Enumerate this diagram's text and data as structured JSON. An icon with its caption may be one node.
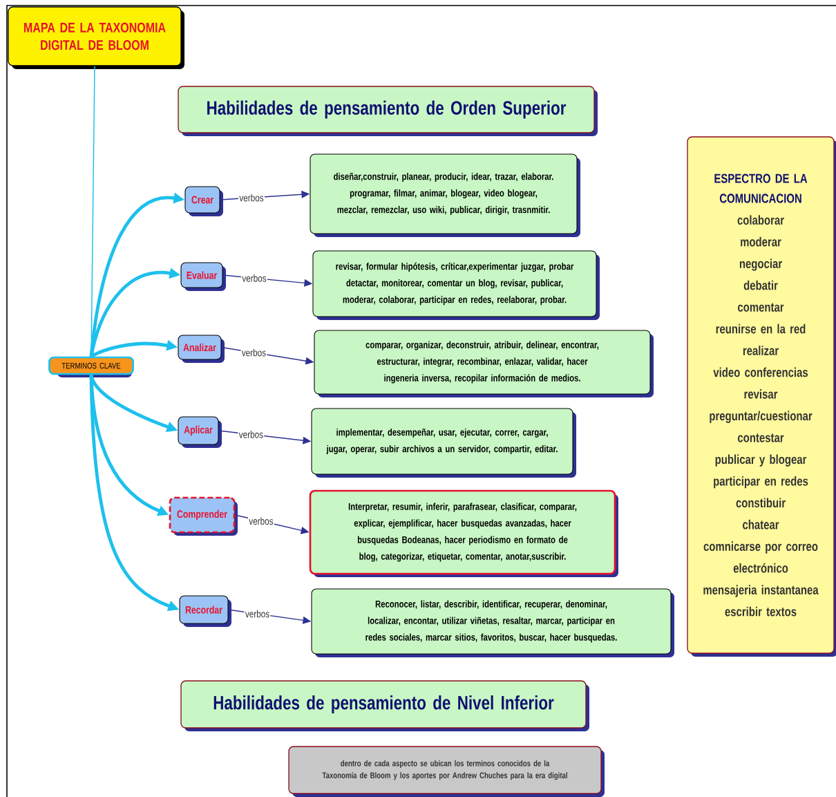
{
  "diagram": {
    "nodes": [
      {
        "text": [
          "MAPA DE LA TAXONOMIA DIGITAL DE BLOOM"
        ]
      },
      {
        "text": [
          "Habilidades de pensamiento de Orden Superior"
        ]
      },
      {
        "text": [
          "TERMINOS CLAVE"
        ]
      },
      {
        "text": [
          "Crear"
        ]
      },
      {
        "text": [
          "diseñar,construir, planear, producir, idear, trazar, elaborar. programar, filmar, animar, blogear, video blogear, mezclar, remezclar, uso wiki, publicar, dirigir, trasnmitir."
        ]
      },
      {
        "text": [
          "Evaluar"
        ]
      },
      {
        "text": [
          "revisar, formular hipótesis, críticar,experimentar juzgar, probar detactar, monitorear, comentar un blog, revisar, publicar, moderar, colaborar, participar en redes, reelaborar, probar."
        ]
      },
      {
        "text": [
          "Analizar"
        ]
      },
      {
        "text": [
          "comparar, organizar, deconstruir, atribuir, delinear, encontrar, estructurar, integrar, recombinar, enlazar, validar, hacer ingeneria inversa, recopilar información de medios."
        ]
      },
      {
        "text": [
          "Aplicar"
        ]
      },
      {
        "text": [
          "implementar, desempeñar, usar, ejecutar, correr, cargar, jugar, operar, subir archivos a un servidor, compartir, editar."
        ]
      },
      {
        "text": [
          "Comprender"
        ]
      },
      {
        "text": [
          "Interpretar, resumir, inferir, parafrasear, clasificar, comparar, explicar, ejemplificar, hacer busquedas avanzadas, hacer busquedas Bodeanas, hacer periodismo en formato de blog, categorizar, etiquetar, comentar, anotar,suscribir."
        ]
      },
      {
        "text": [
          "Recordar"
        ]
      },
      {
        "text": [
          "Reconocer, listar, describir, identificar, recuperar, denominar, localizar, encontar, utilizar viñetas, resaltar, marcar, participar en redes sociales, marcar sitios, favoritos, buscar, hacer busquedas."
        ]
      },
      {
        "text": [
          "ESPECTRO DE LA COMUNICACION",
          "colaborar",
          "moderar",
          "negociar",
          "debatir",
          "comentar",
          "reunirse en la red",
          "realizar",
          "video conferencias",
          "revisar",
          "preguntar/cuestionar",
          "contestar",
          "publicar y blogear",
          "participar en redes",
          "constibuir",
          "chatear",
          "comnicarse por correo",
          "electrónico",
          "mensajeria instantanea",
          "escribir textos"
        ]
      },
      {
        "text": [
          "Habilidades de  pensamiento de Nivel Inferior"
        ]
      },
      {
        "text": [
          "dentro de cada aspecto se ubican los terminos conocidos de la Taxonomía de Bloom y los aportes por Andrew Chuches para la era digital"
        ]
      }
    ],
    "edges": [
      {
        "from": 0,
        "to": 2,
        "arrow": "none",
        "color": "#1ec0ec"
      },
      {
        "from": 2,
        "to": 3,
        "arrow": "to",
        "style": "thick",
        "color": "#1ec0ec"
      },
      {
        "from": 2,
        "to": 5,
        "arrow": "to",
        "style": "thick",
        "color": "#1ec0ec"
      },
      {
        "from": 2,
        "to": 7,
        "arrow": "to",
        "style": "thick",
        "color": "#1ec0ec"
      },
      {
        "from": 2,
        "to": 9,
        "arrow": "to",
        "style": "thick",
        "color": "#1ec0ec"
      },
      {
        "from": 2,
        "to": 11,
        "arrow": "to",
        "style": "thick",
        "color": "#1ec0ec"
      },
      {
        "from": 2,
        "to": 13,
        "arrow": "to",
        "style": "thick",
        "color": "#1ec0ec"
      },
      {
        "from": 3,
        "to": 4,
        "arrow": "to",
        "label": "verbos",
        "color": "#2e3192"
      },
      {
        "from": 5,
        "to": 6,
        "arrow": "to",
        "label": "verbos",
        "color": "#2e3192"
      },
      {
        "from": 7,
        "to": 8,
        "arrow": "to",
        "label": "verbos",
        "color": "#2e3192"
      },
      {
        "from": 9,
        "to": 10,
        "arrow": "to",
        "label": "verbos",
        "color": "#2e3192"
      },
      {
        "from": 11,
        "to": 12,
        "arrow": "to",
        "label": "verbos",
        "color": "#2e3192"
      },
      {
        "from": 13,
        "to": 14,
        "arrow": "to",
        "label": "verbos",
        "color": "#2e3192"
      }
    ]
  }
}
